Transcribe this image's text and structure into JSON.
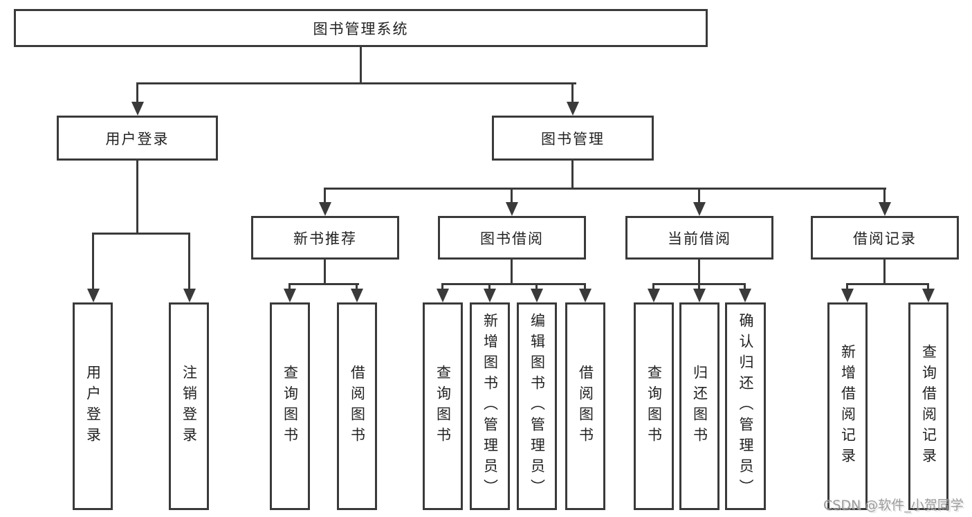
{
  "tree": {
    "label": "图书管理系统",
    "children": [
      {
        "label": "用户登录",
        "children": [
          {
            "label": "用户登录"
          },
          {
            "label": "注销登录"
          }
        ]
      },
      {
        "label": "图书管理",
        "children": [
          {
            "label": "新书推荐",
            "children": [
              {
                "label": "查询图书"
              },
              {
                "label": "借阅图书"
              }
            ]
          },
          {
            "label": "图书借阅",
            "children": [
              {
                "label": "查询图书"
              },
              {
                "label": "新增图书（管理员）"
              },
              {
                "label": "编辑图书（管理员）"
              },
              {
                "label": "借阅图书"
              }
            ]
          },
          {
            "label": "当前借阅",
            "children": [
              {
                "label": "查询图书"
              },
              {
                "label": "归还图书"
              },
              {
                "label": "确认归还（管理员）"
              }
            ]
          },
          {
            "label": "借阅记录",
            "children": [
              {
                "label": "新增借阅记录"
              },
              {
                "label": "查询借阅记录"
              }
            ]
          }
        ]
      }
    ]
  },
  "watermark": {
    "text": "CSDN @软件_小贺同学"
  },
  "colors": {
    "line": "#3a3a3a",
    "border": "#3a3a3a",
    "text": "#222222",
    "background": "#ffffff",
    "watermark": "#9c9c9c"
  }
}
